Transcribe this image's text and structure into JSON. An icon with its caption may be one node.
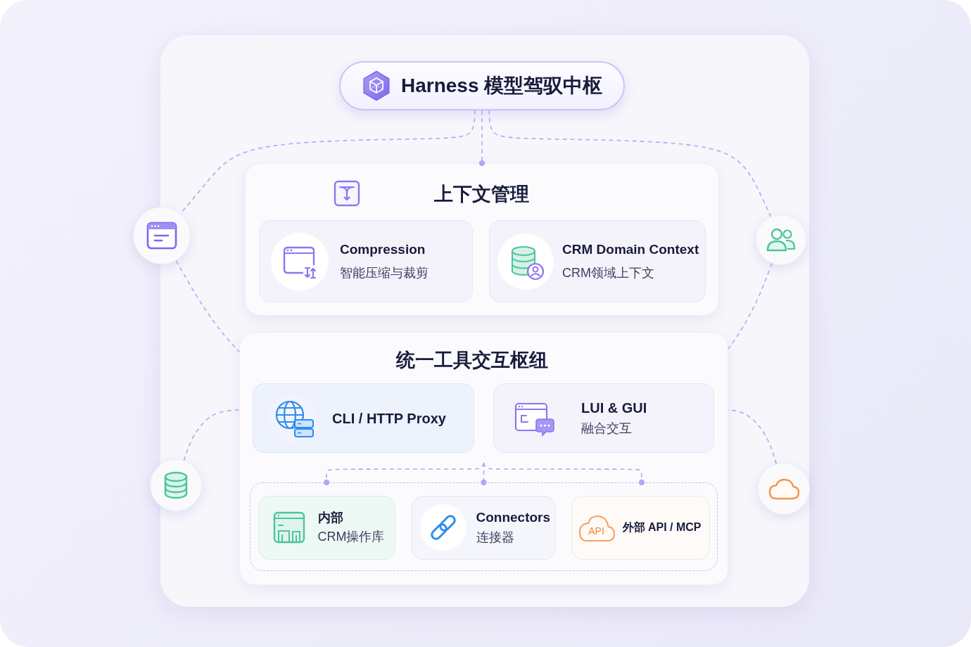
{
  "diagram": {
    "nodes": [
      {
        "text": [
          "Harness 模型驾驭中枢"
        ]
      },
      {
        "text": [
          "上下文管理"
        ]
      },
      {
        "text": [
          "Compression",
          "智能压缩与裁剪"
        ],
        "in": 1
      },
      {
        "text": [
          "CRM Domain Context",
          "CRM领域上下文"
        ],
        "in": 1
      },
      {
        "text": [],
        "shape": "circle"
      },
      {
        "text": [],
        "shape": "circle"
      },
      {
        "text": [
          "统一工具交互枢纽"
        ]
      },
      {
        "text": [
          "CLI / HTTP Proxy"
        ],
        "in": 6
      },
      {
        "text": [
          "LUI & GUI",
          "融合交互"
        ],
        "in": 6
      },
      {
        "text": [],
        "shape": "box",
        "in": 6
      },
      {
        "text": [
          "内部",
          "CRM操作库"
        ],
        "in": 9
      },
      {
        "text": [
          "Connectors",
          "连接器"
        ],
        "in": 9
      },
      {
        "text": [
          "API",
          "外部 API / MCP"
        ],
        "in": 9
      },
      {
        "text": [],
        "shape": "circle"
      },
      {
        "text": [],
        "shape": "circle"
      }
    ],
    "edges": [
      {
        "from": 0,
        "to": 1,
        "arrow": "other",
        "style": "dashed"
      },
      {
        "from": 0,
        "to": 4,
        "arrow": "none",
        "style": "dashed"
      },
      {
        "from": 0,
        "to": 5,
        "arrow": "none",
        "style": "dashed"
      },
      {
        "from": 4,
        "to": 6,
        "arrow": "none",
        "style": "dashed"
      },
      {
        "from": 5,
        "to": 6,
        "arrow": "none",
        "style": "dashed"
      },
      {
        "from": 13,
        "to": 6,
        "arrow": "none",
        "style": "dashed"
      },
      {
        "from": 14,
        "to": 6,
        "arrow": "none",
        "style": "dashed"
      },
      {
        "from": null,
        "to": 9,
        "arrow": "other",
        "style": "dashed"
      },
      {
        "from": null,
        "to": 9,
        "arrow": "other",
        "style": "dashed"
      },
      {
        "from": null,
        "to": 9,
        "arrow": "other",
        "style": "dashed"
      }
    ]
  }
}
